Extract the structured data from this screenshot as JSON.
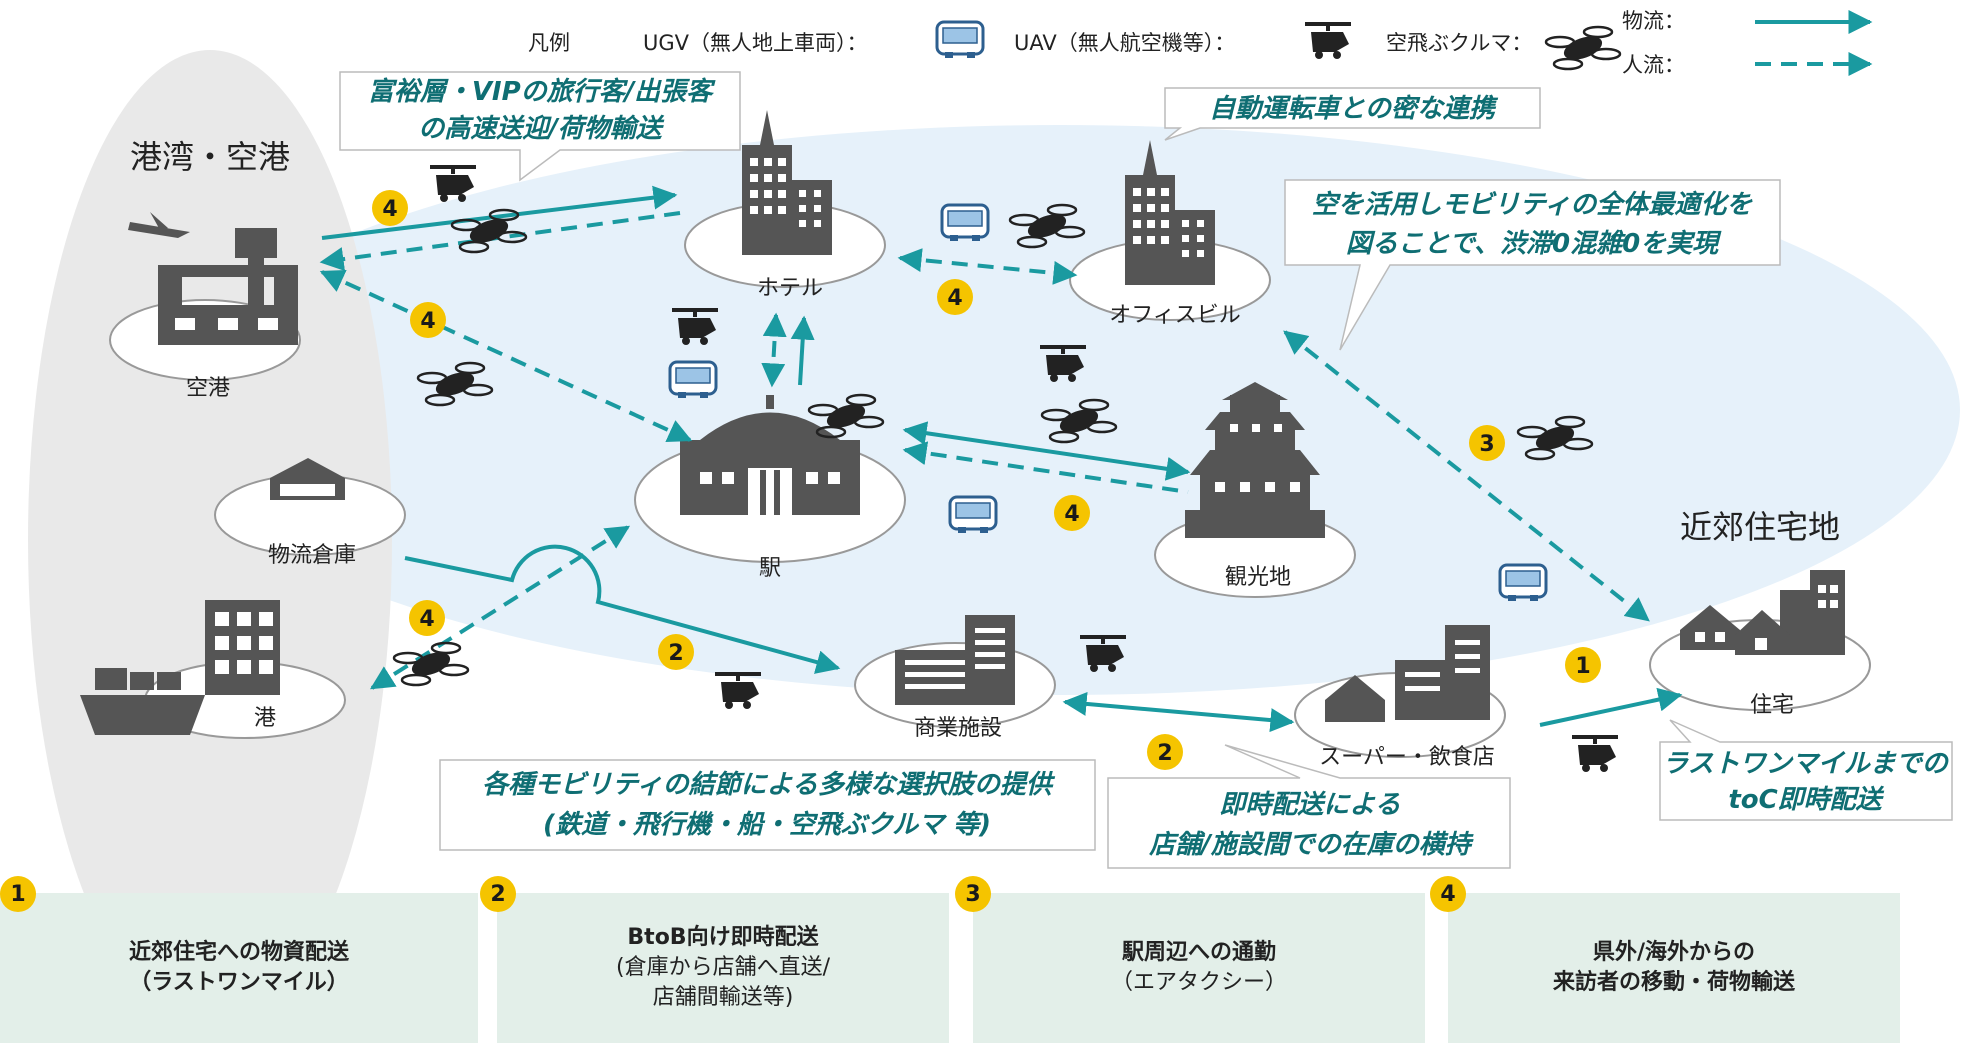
{
  "legend": {
    "title": "凡例",
    "ugv": "UGV（無人地上車両）：",
    "uav": "UAV（無人航空機等）：",
    "flying_car": "空飛ぶクルマ：",
    "logistics": "物流：",
    "people": "人流："
  },
  "areas": {
    "port_airport": "港湾・空港",
    "suburban": "近郊住宅地"
  },
  "places": {
    "airport": "空港",
    "warehouse": "物流倉庫",
    "port": "港",
    "hotel": "ホテル",
    "office": "オフィスビル",
    "station": "駅",
    "sightseeing": "観光地",
    "commercial": "商業施設",
    "supermarket": "スーパー・飲食店",
    "housing": "住宅"
  },
  "callouts": {
    "vip": [
      "富裕層・VIPの旅行客/出張客",
      "の高速送迎/荷物輸送"
    ],
    "autonomous": "自動運転車との密な連携",
    "sky": [
      "空を活用しモビリティの全体最適化を",
      "図ることで、渋滞0混雑0を実現"
    ],
    "node": [
      "各種モビリティの結節による多様な選択肢の提供",
      "(鉄道・飛行機・船・空飛ぶクルマ 等)"
    ],
    "instant": [
      "即時配送による",
      "店舗/施設間での在庫の横持"
    ],
    "lastmile": [
      "ラストワンマイルまでの",
      "toC即時配送"
    ]
  },
  "route_numbers": [
    "4",
    "4",
    "4",
    "4",
    "4",
    "2",
    "2",
    "3",
    "1"
  ],
  "use_cases": [
    {
      "num": "1",
      "title": "近郊住宅への物資配送",
      "sub": [
        "（ラストワンマイル）"
      ]
    },
    {
      "num": "2",
      "title": "BtoB向け即時配送",
      "sub": [
        "(倉庫から店舗へ直送/",
        "店舗間輸送等)"
      ]
    },
    {
      "num": "3",
      "title": "駅周辺への通勤",
      "sub": [
        "（エアタクシー）"
      ]
    },
    {
      "num": "4",
      "title": "県外/海外からの",
      "sub": [
        "来訪者の移動・荷物輸送"
      ]
    }
  ],
  "colors": {
    "teal": "#1a9aa0",
    "badge": "#f5c400",
    "box": "#e3efe9",
    "zone": "#e6f1fa",
    "gray_zone": "#e9e9e9",
    "building": "#555555"
  }
}
